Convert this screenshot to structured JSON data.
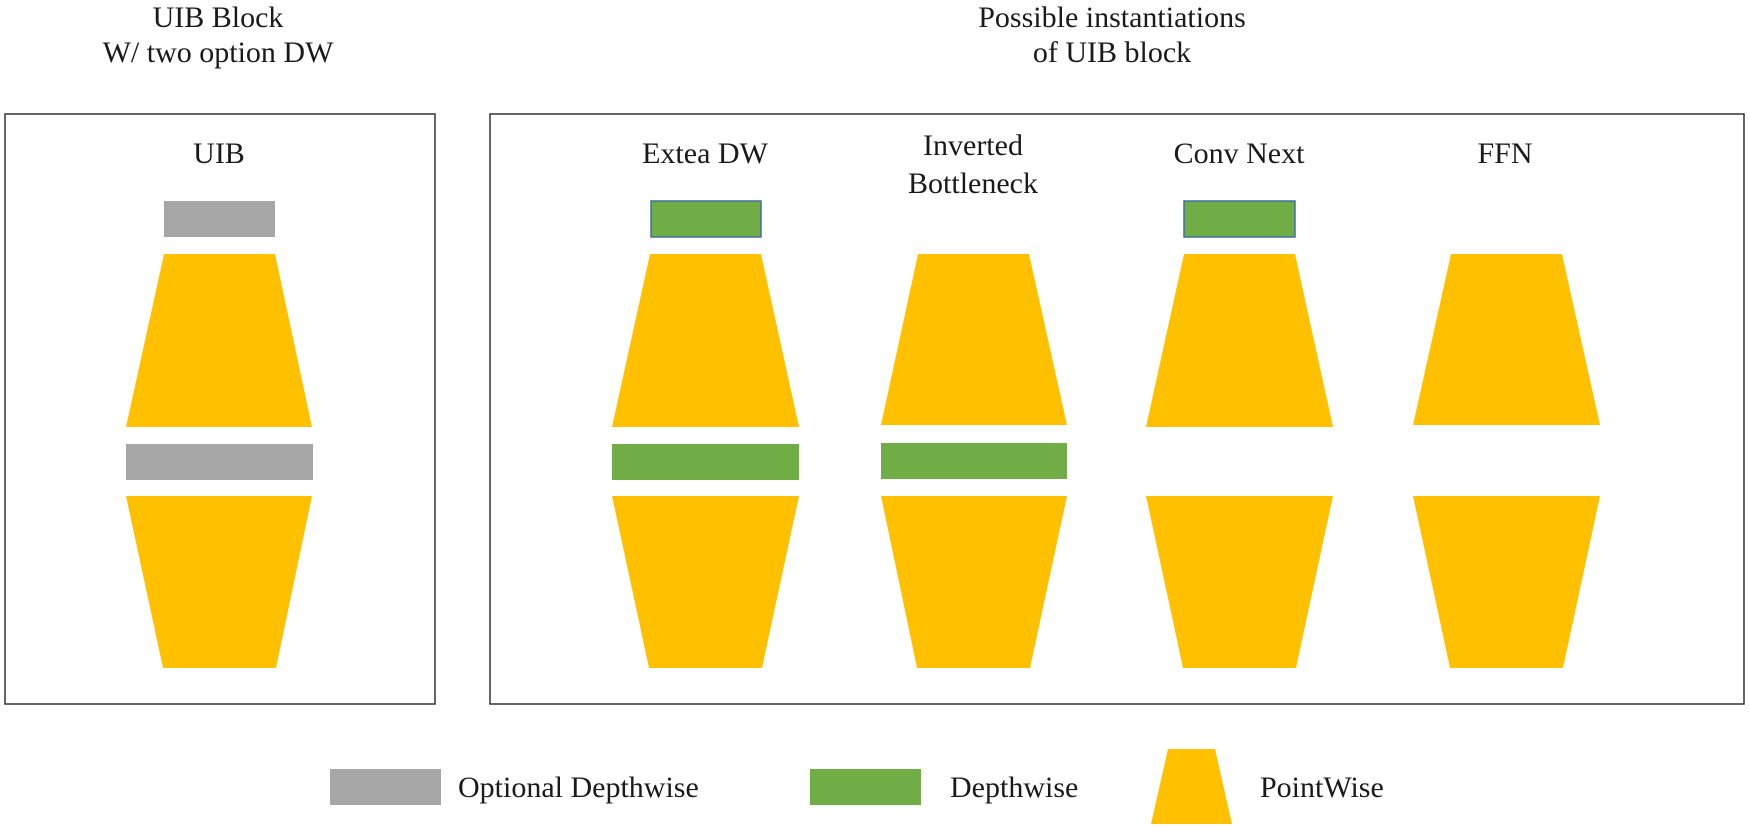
{
  "header": {
    "left_title_line1": "UIB Block",
    "left_title_line2": "W/ two option DW",
    "right_title_line1": "Possible instantiations",
    "right_title_line2": "of  UIB block"
  },
  "uib_panel": {
    "label": "UIB",
    "blocks": [
      "optional_depthwise",
      "pointwise_expand",
      "optional_depthwise",
      "pointwise_project"
    ]
  },
  "instantiations": [
    {
      "label_line1": "Extea DW",
      "label_line2": "",
      "blocks": [
        "depthwise",
        "pointwise_expand",
        "depthwise",
        "pointwise_project"
      ]
    },
    {
      "label_line1": "Inverted",
      "label_line2": "Bottleneck",
      "blocks": [
        "pointwise_expand",
        "depthwise",
        "pointwise_project"
      ]
    },
    {
      "label_line1": "Conv Next",
      "label_line2": "",
      "blocks": [
        "depthwise",
        "pointwise_expand",
        "pointwise_project"
      ]
    },
    {
      "label_line1": "FFN",
      "label_line2": "",
      "blocks": [
        "pointwise_expand",
        "pointwise_project"
      ]
    }
  ],
  "legend": {
    "optional_depthwise": "Optional Depthwise",
    "depthwise": "Depthwise",
    "pointwise": "PointWise"
  },
  "colors": {
    "optional_depthwise": "#a6a6a6",
    "depthwise": "#70ad47",
    "depthwise_stroke": "#41719c",
    "pointwise": "#ffc000",
    "panel_border": "#333333"
  }
}
